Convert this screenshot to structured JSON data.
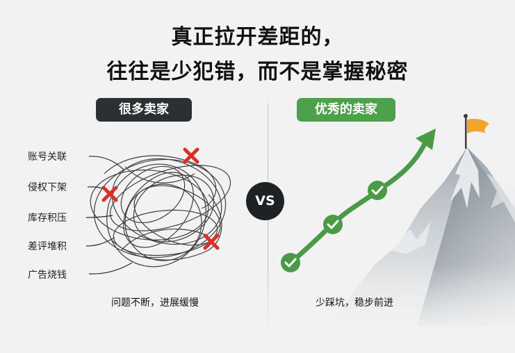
{
  "title": {
    "line1": "真正拉开差距的，",
    "line2": "往往是少犯错，而不是掌握秘密"
  },
  "left": {
    "label": "很多卖家",
    "issues": [
      "账号关联",
      "侵权下架",
      "库存积压",
      "差评堆积",
      "广告烧钱"
    ],
    "caption": "问题不断，进展缓慢"
  },
  "vs": "VS",
  "right": {
    "label": "优秀的卖家",
    "caption": "少踩坑，稳步前进"
  },
  "colors": {
    "green": "#4fa04c",
    "dark": "#2c3033",
    "red": "#d9302c",
    "flag": "#f2a52b"
  },
  "icons": [
    "cross-icon",
    "check-icon",
    "arrow-icon",
    "flag-icon",
    "mountain-illustration"
  ]
}
